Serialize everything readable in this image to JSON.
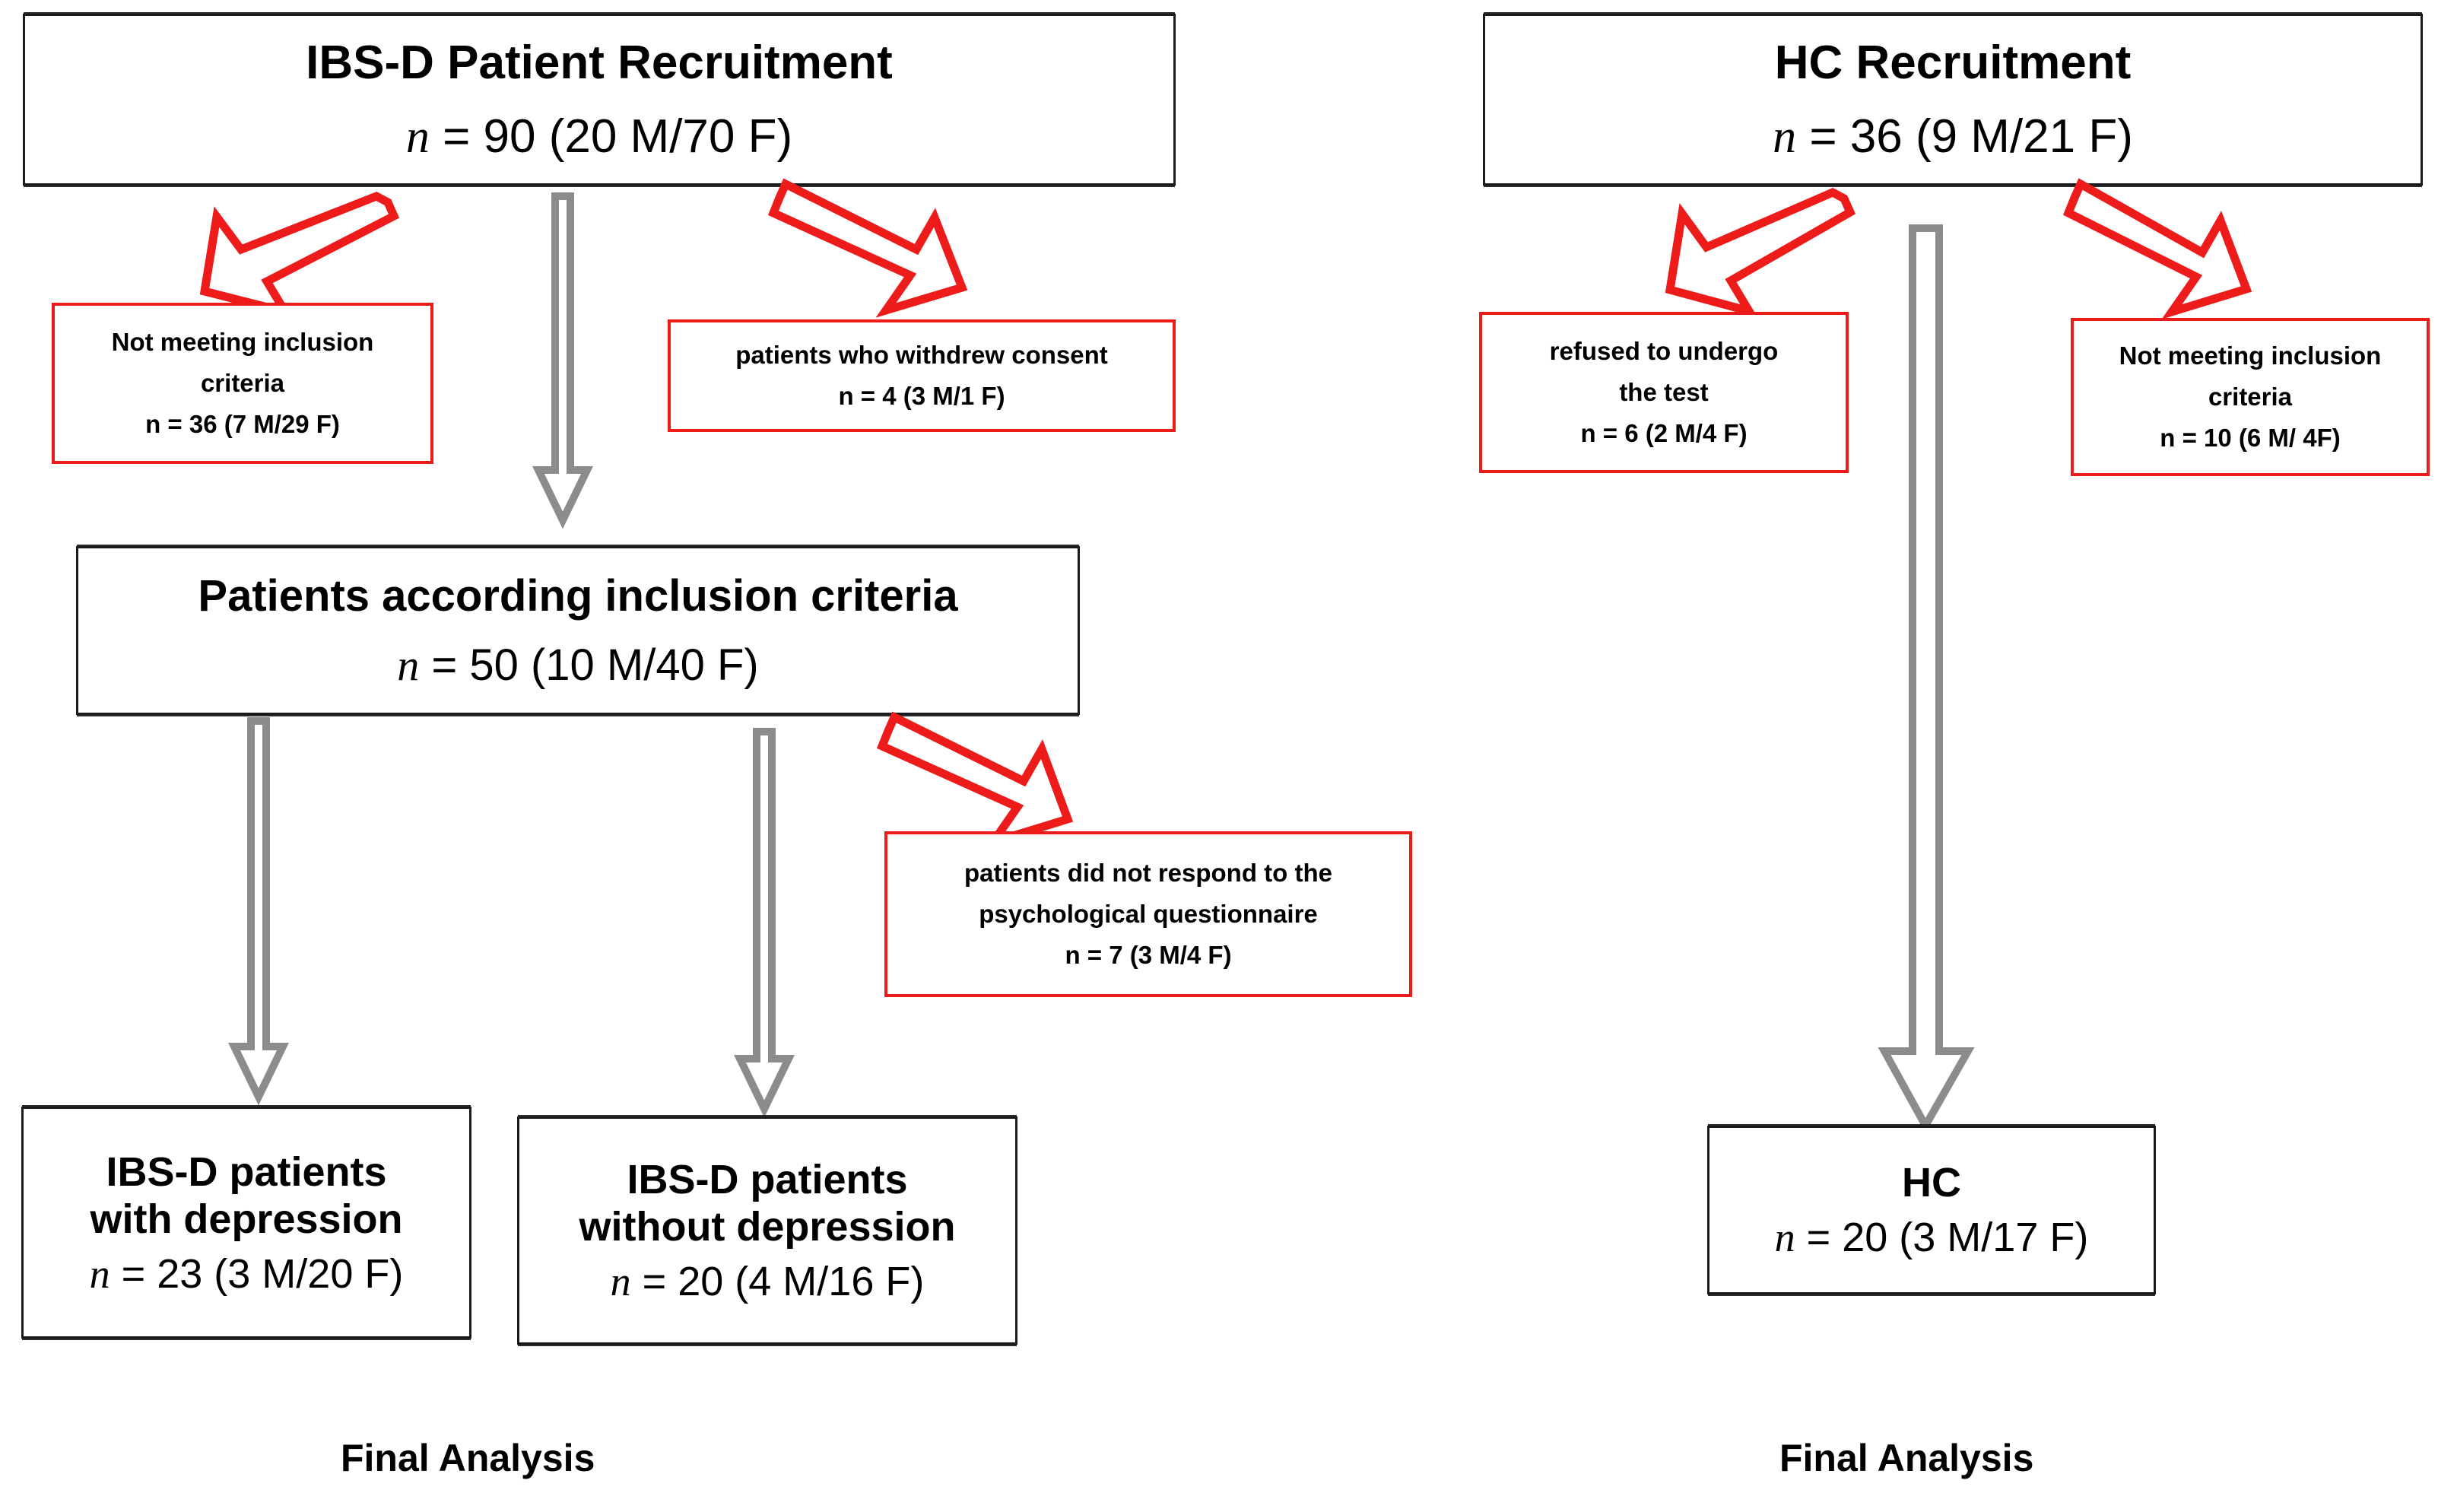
{
  "figure": {
    "type": "flowchart",
    "title": "IBS-D and Healthy Control participant flow",
    "colors": {
      "box_border_primary": "#1a1a1a",
      "box_border_exclusion": "#ee1b1b",
      "arrow_inclusion": "#8c8c8c",
      "arrow_exclusion": "#ee1b1b",
      "background": "#ffffff"
    }
  },
  "left_branch": {
    "recruitment": {
      "title": "IBS-D Patient Recruitment",
      "n_italic": "n",
      "n_value": " = 90 (20 M/70 F)"
    },
    "exclusion_1": {
      "line1": "Not meeting inclusion",
      "line2": "criteria",
      "line3": "n = 36 (7 M/29 F)"
    },
    "exclusion_2": {
      "line1": "patients who withdrew consent",
      "line2": "n = 4 (3 M/1 F)"
    },
    "included": {
      "title": "Patients according inclusion criteria",
      "n_italic": "n",
      "n_value": " = 50 (10 M/40 F)"
    },
    "exclusion_3": {
      "line1": "patients did not respond to the",
      "line2": "psychological questionnaire",
      "line3": "n = 7 (3 M/4 F)"
    },
    "result_1": {
      "title_line1": "IBS-D patients",
      "title_line2": "with depression",
      "n_italic": "n",
      "n_value": " = 23 (3 M/20 F)"
    },
    "result_2": {
      "title_line1": "IBS-D patients",
      "title_line2": "without depression",
      "n_italic": "n",
      "n_value": " = 20 (4 M/16 F)"
    },
    "final_label": "Final Analysis"
  },
  "right_branch": {
    "recruitment": {
      "title": "HC Recruitment",
      "n_italic": "n",
      "n_value": " = 36 (9 M/21 F)"
    },
    "exclusion_1": {
      "line1": "refused to undergo",
      "line2": "the test",
      "line3": "n = 6 (2 M/4 F)"
    },
    "exclusion_2": {
      "line1": "Not meeting inclusion",
      "line2": "criteria",
      "line3": "n = 10 (6 M/ 4F)"
    },
    "result": {
      "title": "HC",
      "n_italic": "n",
      "n_value": " = 20 (3 M/17 F)"
    },
    "final_label": "Final Analysis"
  }
}
